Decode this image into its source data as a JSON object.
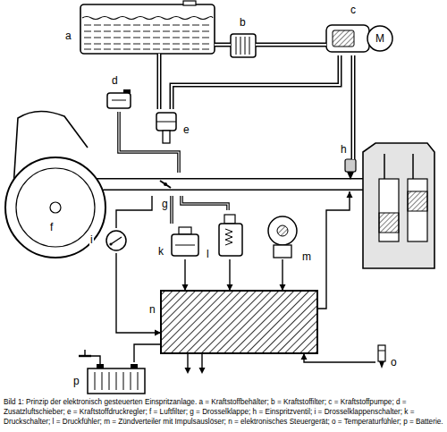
{
  "diagram": {
    "caption": "Bild 1: Prinzip der elektronisch gesteuerten Einspritzanlage. a = Kraftstoffbehälter; b = Kraftstoffilter; c = Kraftstoffpumpe; d = Zusatzluftschieber; e = Kraftstoffdruckregler; f = Luftfilter; g = Drosselklappe; h = Einspritzventil; i = Drosselklappenschalter; k = Druckschalter; l = Druckfühler; m = Zündverteiler mit Impulsauslöser; n = elektronisches Steuergerät; o = Temperaturfühler; p = Batterie.",
    "nodes": [
      {
        "text": [
          "a"
        ]
      },
      {
        "text": [
          "b"
        ]
      },
      {
        "text": [
          "c",
          "M"
        ]
      },
      {
        "text": [
          "d"
        ]
      },
      {
        "text": [
          "e"
        ]
      },
      {
        "text": [
          "f"
        ]
      },
      {
        "text": [
          "g"
        ]
      },
      {
        "text": [
          "h"
        ]
      },
      {
        "text": [
          "i"
        ]
      },
      {
        "text": [
          "k"
        ]
      },
      {
        "text": [
          "l"
        ]
      },
      {
        "text": [
          "m"
        ]
      },
      {
        "text": [
          "n"
        ]
      },
      {
        "text": [
          "o"
        ]
      },
      {
        "text": [
          "p"
        ]
      }
    ],
    "edges": [
      {
        "from": 0,
        "to": 1,
        "arrow": "none"
      },
      {
        "from": 1,
        "to": 2,
        "arrow": "none"
      },
      {
        "from": 2,
        "to": 7,
        "arrow": "none"
      },
      {
        "from": 2,
        "to": 4,
        "arrow": "none"
      },
      {
        "from": 4,
        "to": 0,
        "arrow": "none"
      },
      {
        "from": 5,
        "to": 6,
        "arrow": "none"
      },
      {
        "from": 6,
        "to": 7,
        "arrow": "none"
      },
      {
        "from": 3,
        "to": 6,
        "arrow": "none"
      },
      {
        "from": 6,
        "to": 8,
        "arrow": "none"
      },
      {
        "from": 6,
        "to": 9,
        "arrow": "none"
      },
      {
        "from": 6,
        "to": 10,
        "arrow": "none"
      },
      {
        "from": 8,
        "to": 12,
        "arrow": "to"
      },
      {
        "from": 9,
        "to": 12,
        "arrow": "to"
      },
      {
        "from": 10,
        "to": 12,
        "arrow": "to"
      },
      {
        "from": 11,
        "to": 12,
        "arrow": "to"
      },
      {
        "from": 12,
        "to": 7,
        "arrow": "to"
      },
      {
        "from": 13,
        "to": 12,
        "arrow": "to"
      },
      {
        "from": 14,
        "to": 12,
        "arrow": "none"
      }
    ]
  }
}
